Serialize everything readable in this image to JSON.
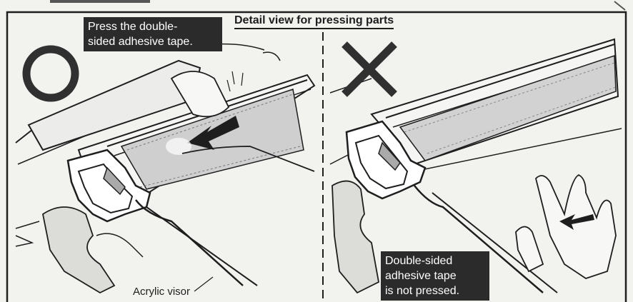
{
  "title": "Detail view for pressing parts",
  "left_panel": {
    "mark": "circle",
    "callout_lines": [
      "Press the double-",
      "sided adhesive tape."
    ],
    "label": "Acrylic visor"
  },
  "right_panel": {
    "mark": "cross",
    "callout_lines": [
      "Double-sided",
      "adhesive tape",
      "is not pressed."
    ]
  },
  "colors": {
    "ink": "#1e1e1e",
    "paper": "#f2f2ef",
    "callout_bg": "#2b2b2b",
    "tape": "#cfcfcf"
  }
}
